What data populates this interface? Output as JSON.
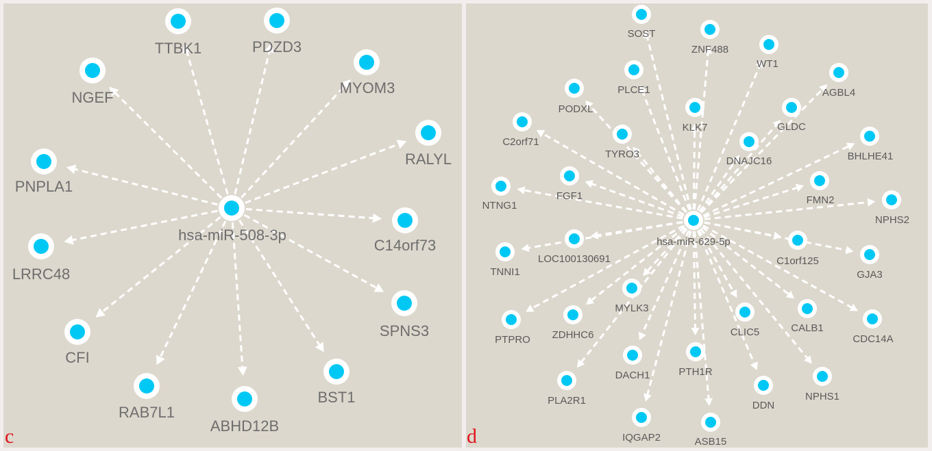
{
  "colors": {
    "background": "#ddd8cd",
    "edge": "#ffffff",
    "node_ring": "#ffffff",
    "node_fill": "#00c8f5",
    "panel_letter": "#e0131b"
  },
  "panels": [
    {
      "id": "c",
      "letter": "c",
      "hub": "hsa-miR-508-3p",
      "targets": [
        "TTBK1",
        "PDZD3",
        "NGEF",
        "MYOM3",
        "RALYL",
        "PNPLA1",
        "C14orf73",
        "LRRC48",
        "SPNS3",
        "CFI",
        "BST1",
        "RAB7L1",
        "ABHD12B"
      ]
    },
    {
      "id": "d",
      "letter": "d",
      "hub": "hsa-miR-629-5p",
      "targets": [
        "SOST",
        "ZNF488",
        "WT1",
        "PLCE1",
        "AGBL4",
        "PODXL",
        "KLK7",
        "GLDC",
        "C2orf71",
        "TYRO3",
        "DNAJC16",
        "BHLHE41",
        "FGF1",
        "NTNG1",
        "FMN2",
        "NPHS2",
        "LOC100130691",
        "C1orf125",
        "TNNI1",
        "GJA3",
        "MYLK3",
        "ZDHHC6",
        "PTPRO",
        "CLIC5",
        "CALB1",
        "CDC14A",
        "PTH1R",
        "DACH1",
        "PLA2R1",
        "DDN",
        "NPHS1",
        "IQGAP2",
        "ASB15"
      ]
    }
  ]
}
